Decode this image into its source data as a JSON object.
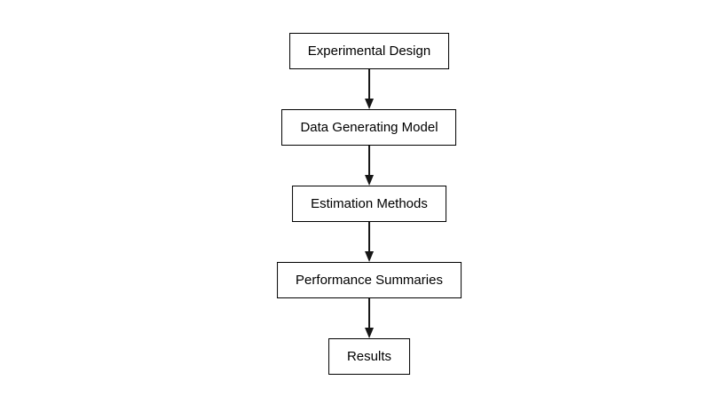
{
  "flowchart": {
    "type": "vertical-flowchart",
    "nodes": [
      {
        "id": "experimental-design",
        "label": "Experimental Design"
      },
      {
        "id": "data-generating-model",
        "label": "Data Generating Model"
      },
      {
        "id": "estimation-methods",
        "label": "Estimation Methods"
      },
      {
        "id": "performance-summaries",
        "label": "Performance Summaries"
      },
      {
        "id": "results",
        "label": "Results"
      }
    ],
    "connections": [
      {
        "from": "experimental-design",
        "to": "data-generating-model",
        "style": "arrow-down"
      },
      {
        "from": "data-generating-model",
        "to": "estimation-methods",
        "style": "arrow-down"
      },
      {
        "from": "estimation-methods",
        "to": "performance-summaries",
        "style": "arrow-down"
      },
      {
        "from": "performance-summaries",
        "to": "results",
        "style": "arrow-down"
      }
    ],
    "colors": {
      "background": "#ffffff",
      "box_fill": "#ffffff",
      "box_border": "#000000",
      "text": "#000000",
      "arrow": "#161616"
    }
  }
}
